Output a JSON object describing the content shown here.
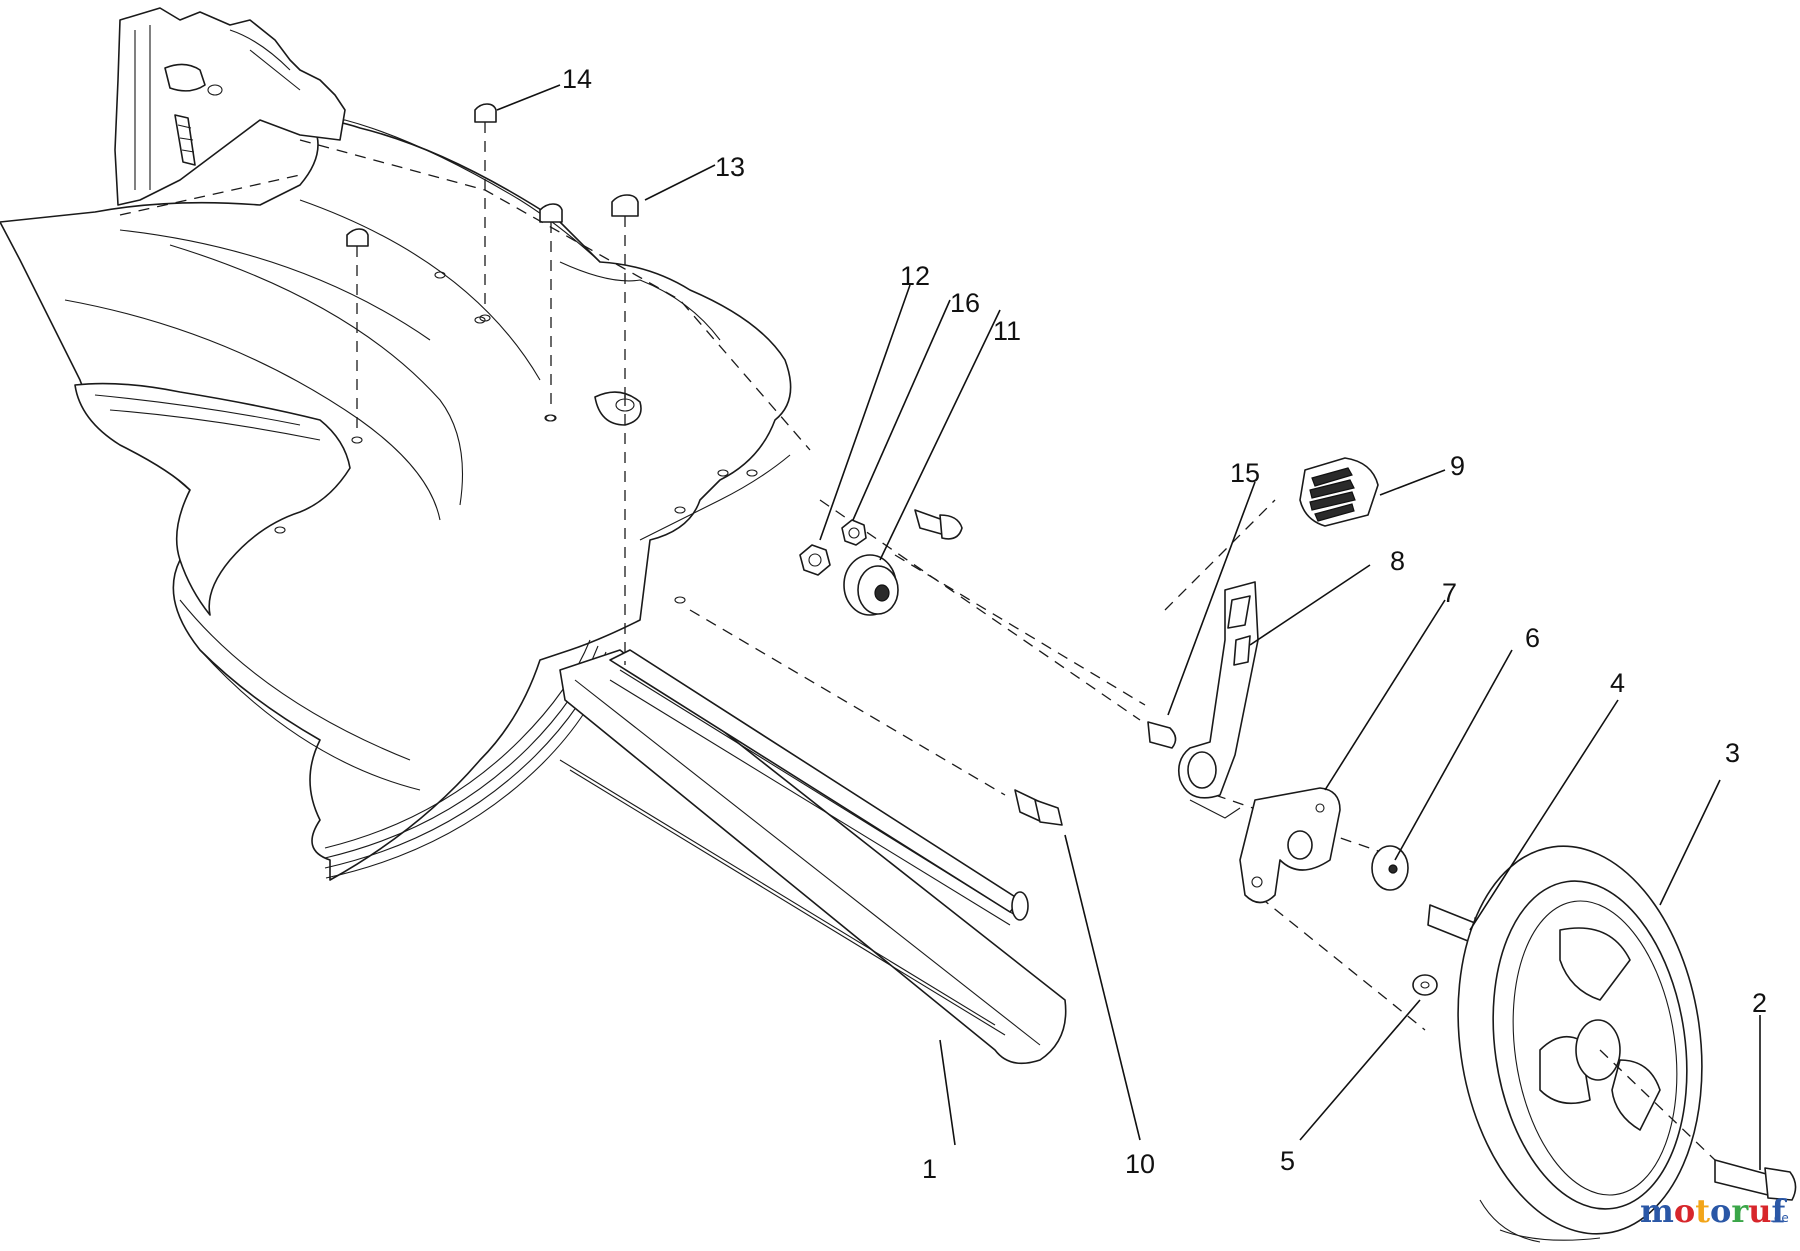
{
  "callouts": [
    {
      "id": "1",
      "text": "1"
    },
    {
      "id": "2",
      "text": "2"
    },
    {
      "id": "3",
      "text": "3"
    },
    {
      "id": "4",
      "text": "4"
    },
    {
      "id": "5",
      "text": "5"
    },
    {
      "id": "6",
      "text": "6"
    },
    {
      "id": "7",
      "text": "7"
    },
    {
      "id": "8",
      "text": "8"
    },
    {
      "id": "9",
      "text": "9"
    },
    {
      "id": "10",
      "text": "10"
    },
    {
      "id": "11",
      "text": "11"
    },
    {
      "id": "12",
      "text": "12"
    },
    {
      "id": "13",
      "text": "13"
    },
    {
      "id": "14",
      "text": "14"
    },
    {
      "id": "15",
      "text": "15"
    },
    {
      "id": "16",
      "text": "16"
    }
  ],
  "watermark": {
    "letters": [
      "m",
      "o",
      "t",
      "o",
      "r",
      "u",
      "f"
    ],
    "letter_colors": [
      "#2a57a6",
      "#d7262b",
      "#f2a51a",
      "#2a57a6",
      "#3aa648",
      "#d7262b",
      "#2a57a6"
    ],
    "suffix": ".de"
  }
}
